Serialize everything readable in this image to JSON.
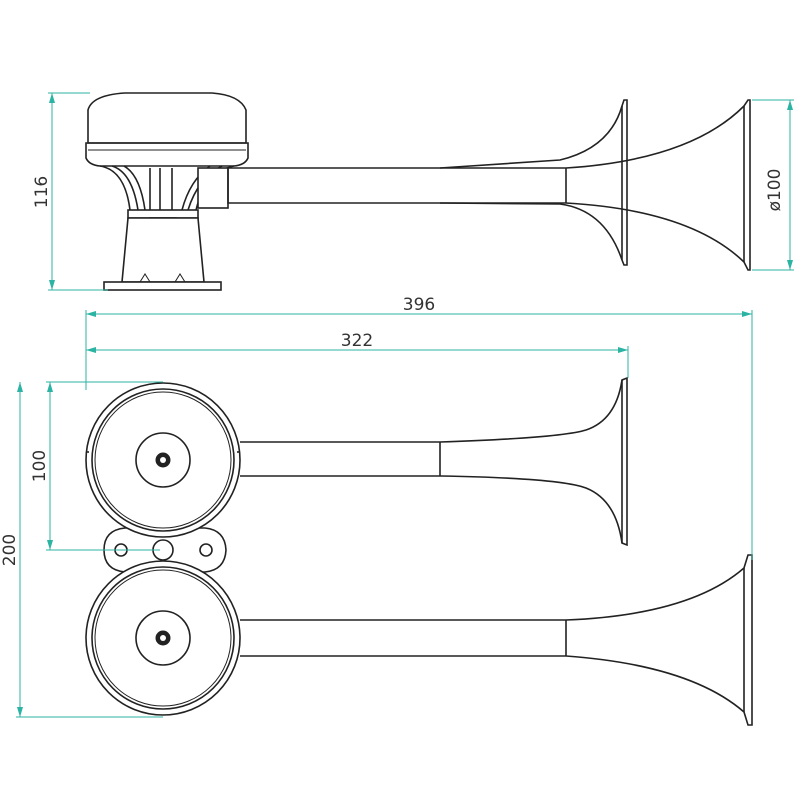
{
  "dimensions": {
    "height": "116",
    "overall_length": "396",
    "short_horn_length": "322",
    "bell_diameter": "ø100",
    "center_distance": "100",
    "total_width": "200"
  },
  "colors": {
    "dimension_line": "#2bb3a3",
    "outline": "#222222",
    "text": "#333333"
  }
}
